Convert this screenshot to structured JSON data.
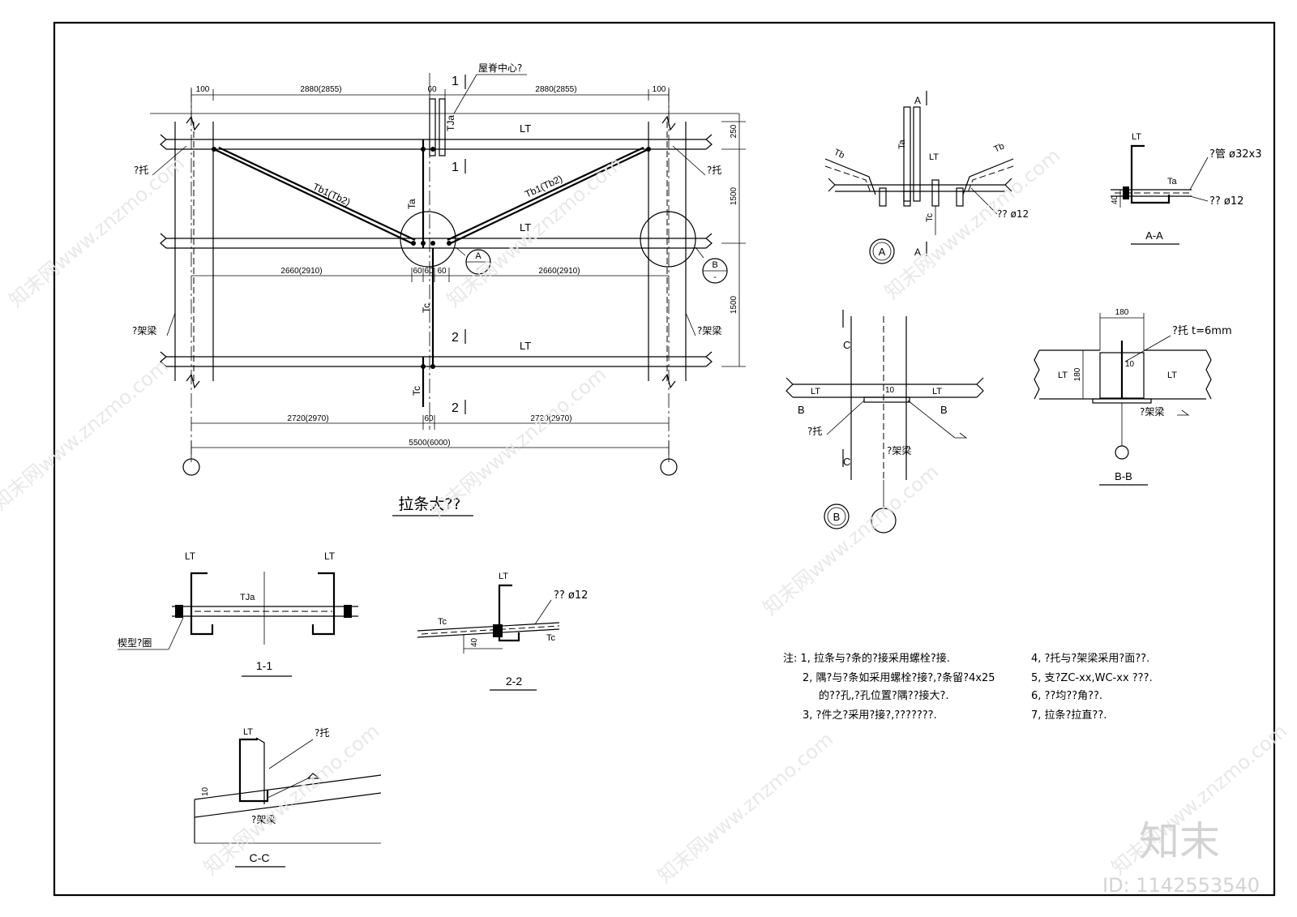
{
  "plan": {
    "title": "拉条大??",
    "ridge_label": "屋脊中心?",
    "dims_top": [
      "100",
      "2880(2855)",
      "60",
      "2880(2855)",
      "100"
    ],
    "dims_mid": [
      "2660(2910)",
      "60",
      "60",
      "60",
      "2660(2910)"
    ],
    "dims_bot": [
      "2720(2970)",
      "60",
      "2720(2970)"
    ],
    "dim_total": "5500(6000)",
    "dims_right": [
      "250",
      "1500",
      "1500"
    ],
    "lt": [
      "LT",
      "LT",
      "LT"
    ],
    "tb_left": "Tb1(Tb2)",
    "tb_right": "Tb1(Tb2)",
    "ta": "Ta",
    "tja": "TJa",
    "tc": [
      "Tc",
      "Tc"
    ],
    "sec1": [
      "1",
      "1"
    ],
    "sec2": [
      "2",
      "2"
    ],
    "support_left": "?托",
    "support_right": "?托",
    "beam_left": "?架梁",
    "beam_right": "?架梁",
    "callout_a": "A",
    "callout_b": "B",
    "callout_dash": "-"
  },
  "detail_a": {
    "label": "A",
    "section_marks": [
      "A",
      "A"
    ],
    "ta": "Ta",
    "tb_left": "Tb",
    "tb_right": "Tb",
    "lt": "LT",
    "tc": "Tc",
    "rod": "?? ø12"
  },
  "section_aa": {
    "title": "A-A",
    "lt": "LT",
    "ta": "Ta",
    "pipe": "?管 ø32x3",
    "rod": "?? ø12",
    "dim": "40"
  },
  "detail_b": {
    "label": "B",
    "c_marks": [
      "C",
      "C"
    ],
    "b_marks": [
      "B",
      "B"
    ],
    "lt": [
      "LT",
      "LT"
    ],
    "gap": "10",
    "support": "?托",
    "beam": "?架梁"
  },
  "section_bb": {
    "title": "B-B",
    "dim_top": "180",
    "dim_side": "180",
    "support": "?托 t=6mm",
    "lt": [
      "LT",
      "LT"
    ],
    "gap": "10",
    "beam": "?架梁"
  },
  "section_11": {
    "title": "1-1",
    "lt": [
      "LT",
      "LT"
    ],
    "tja": "TJa",
    "washer": "楔型?圈"
  },
  "section_22": {
    "title": "2-2",
    "lt": "LT",
    "rod": "?? ø12",
    "tc": [
      "Tc",
      "Tc"
    ],
    "dim": "40"
  },
  "section_cc": {
    "title": "C-C",
    "lt": "LT",
    "support": "?托",
    "beam": "?架梁",
    "dim": "10"
  },
  "notes": {
    "left": [
      "注: 1, 拉条与?条的?接采用螺栓?接.",
      "2, 隅?与?条如采用螺栓?接?,?条留?4x25",
      "的??孔,?孔位置?隅??接大?.",
      "3, ?件之?采用?接?,???????."
    ],
    "right": [
      "4, ?托与?架梁采用?面??.",
      "5, 支?ZC-xx,WC-xx ???.",
      "6, ??均??角??.",
      "7, 拉条?拉直??."
    ]
  },
  "watermark": {
    "site": "知末网www.znzmo.com",
    "logo": "知末",
    "id": "ID: 1142553540"
  }
}
